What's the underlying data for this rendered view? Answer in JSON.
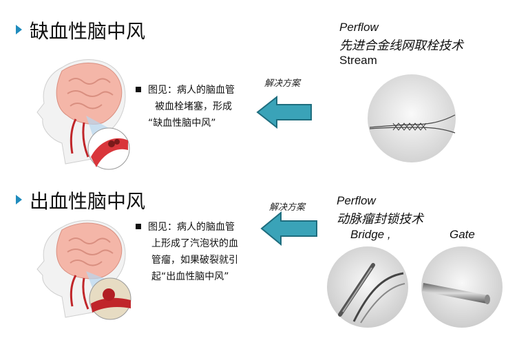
{
  "sections": [
    {
      "title": "缺血性脑中风",
      "desc_lines": [
        "图见：病人的脑血管",
        "被血栓堵塞，形成",
        "“缺血性脑中风”"
      ],
      "solve_label": "解决方案",
      "product": {
        "brand": "Perflow",
        "name_cn": "先进合金线网取栓技术",
        "name_en": "Stream"
      }
    },
    {
      "title": "出血性脑中风",
      "desc_lines": [
        "图见：病人的脑血管",
        "上形成了汽泡状的血",
        "管瘤，如果破裂就引",
        "起“出血性脑中风”"
      ],
      "solve_label": "解决方案",
      "product": {
        "brand": "Perflow",
        "name_cn": "动脉瘤封锁技术",
        "items": [
          "Bridge ,",
          "Gate"
        ]
      }
    }
  ],
  "colors": {
    "accent": "#1f8bbd",
    "arrow": "#3aa3b8",
    "arrow_border": "#1e6d7e",
    "brain": "#f4b6a8",
    "vessel": "#c0262a"
  },
  "icons": [
    "triangle-bullet-icon",
    "left-arrow-icon",
    "brain-illustration",
    "stent-icon",
    "coil-icon"
  ]
}
